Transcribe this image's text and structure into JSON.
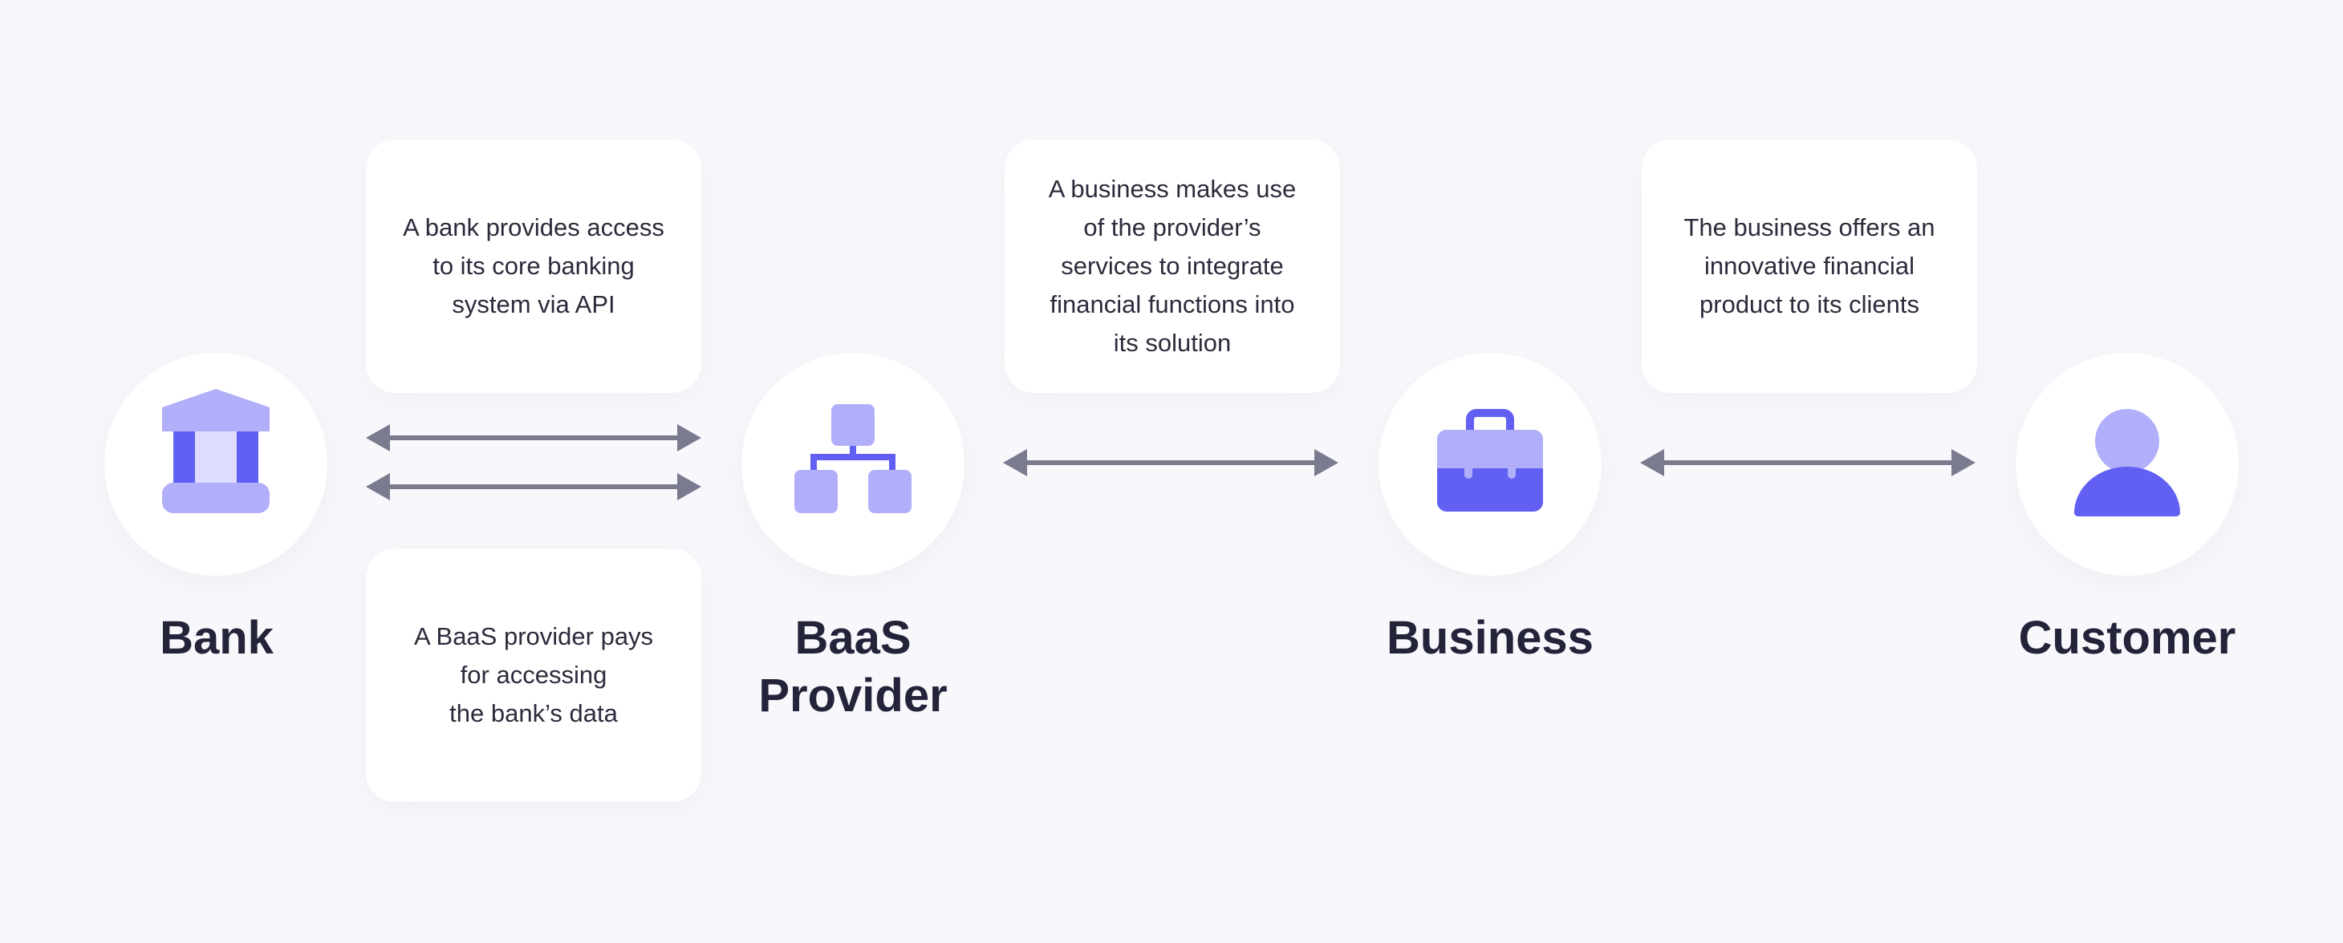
{
  "colors": {
    "background": "#f8f8fc",
    "icon_light": "#b1affa",
    "icon_dark": "#6160f2",
    "arrow": "#7b7b90",
    "label": "#23233a",
    "card_text": "#2b2b3c"
  },
  "nodes": [
    {
      "id": "bank",
      "icon": "bank-icon",
      "label_lines": [
        "Bank"
      ]
    },
    {
      "id": "baas-provider",
      "icon": "network-hierarchy-icon",
      "label_lines": [
        "BaaS",
        "Provider"
      ]
    },
    {
      "id": "business",
      "icon": "briefcase-icon",
      "label_lines": [
        "Business"
      ]
    },
    {
      "id": "customer",
      "icon": "user-icon",
      "label_lines": [
        "Customer"
      ]
    }
  ],
  "cards": {
    "bank_to_provider": {
      "lines": [
        "A bank provides access",
        "to its core banking",
        "system via API"
      ]
    },
    "provider_to_bank": {
      "lines": [
        "A BaaS provider pays",
        "for accessing",
        "the bank’s data"
      ]
    },
    "business_uses_provider": {
      "lines": [
        "A business makes use",
        "of the provider’s",
        "services to integrate",
        "financial functions into",
        "its solution"
      ]
    },
    "business_to_customer": {
      "lines": [
        "The business offers an",
        "innovative financial",
        "product to its clients"
      ]
    }
  },
  "connections": [
    {
      "from": "Bank",
      "to": "BaaS Provider",
      "direction": "bidirectional"
    },
    {
      "from": "Bank",
      "to": "BaaS Provider",
      "direction": "bidirectional"
    },
    {
      "from": "BaaS Provider",
      "to": "Business",
      "direction": "bidirectional"
    },
    {
      "from": "Business",
      "to": "Customer",
      "direction": "bidirectional"
    }
  ]
}
